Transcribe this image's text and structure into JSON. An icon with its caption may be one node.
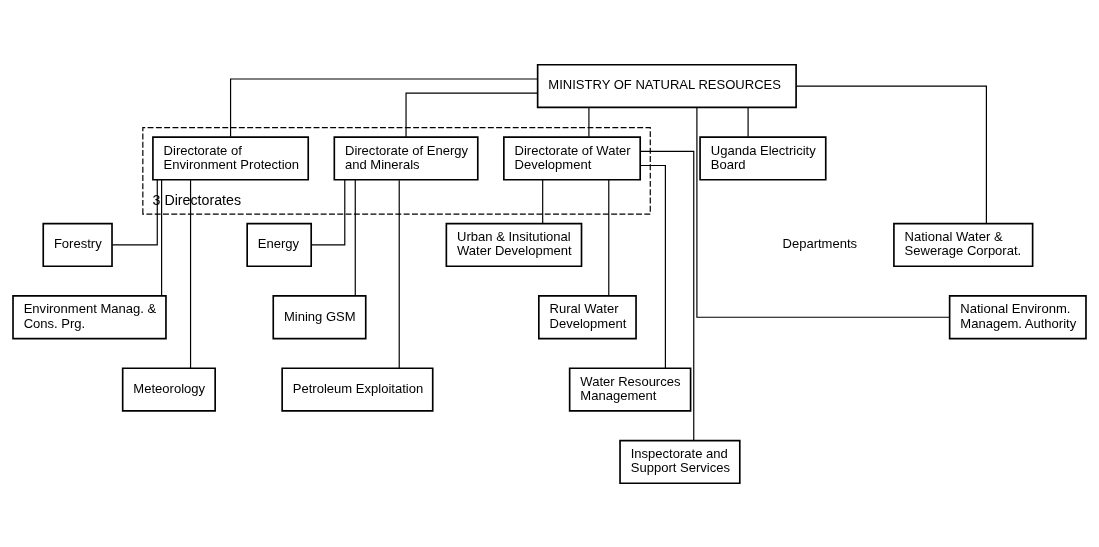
{
  "diagram": {
    "nodes": [
      {
        "text": [
          "MINISTRY OF NATURAL RESOURCES"
        ]
      },
      {
        "text": [
          "3 Directorates"
        ]
      },
      {
        "text": [
          "Directorate of Water Development"
        ],
        "in": 1
      },
      {
        "text": [
          "Directorate of Environment Protection"
        ],
        "in": 1
      },
      {
        "text": [
          "Directorate of Energy and Minerals"
        ],
        "in": 1
      },
      {
        "text": [
          "Urban & Insitutional Water Development"
        ]
      },
      {
        "text": [
          "Rural Water Development"
        ]
      },
      {
        "text": [
          "Water Resources Management"
        ]
      },
      {
        "text": [
          "Inspectorate and Support Services"
        ]
      },
      {
        "text": [
          "Forestry"
        ]
      },
      {
        "text": [
          "Environment Manag. & Cons. Prg."
        ]
      },
      {
        "text": [
          "Meteorology"
        ]
      },
      {
        "text": [
          "Energy"
        ]
      },
      {
        "text": [
          "Mining GSM"
        ]
      },
      {
        "text": [
          "Petroleum Exploitation"
        ]
      },
      {
        "text": [
          "Uganda Electricity Board"
        ]
      },
      {
        "text": [
          "National Water & Sewerage Corporat."
        ]
      },
      {
        "text": [
          "National Environm. Managem. Authority"
        ]
      }
    ],
    "edges": [
      {
        "from": 0,
        "to": 2,
        "arrow": "none"
      },
      {
        "from": 0,
        "to": 3,
        "arrow": "none"
      },
      {
        "from": 0,
        "to": 4,
        "arrow": "none"
      },
      {
        "from": 2,
        "to": 5,
        "arrow": "none"
      },
      {
        "from": 2,
        "to": 6,
        "arrow": "none"
      },
      {
        "from": 2,
        "to": 7,
        "arrow": "none"
      },
      {
        "from": 2,
        "to": 8,
        "arrow": "none"
      },
      {
        "from": 3,
        "to": 9,
        "arrow": "none"
      },
      {
        "from": 3,
        "to": 10,
        "arrow": "none"
      },
      {
        "from": 3,
        "to": 11,
        "arrow": "none"
      },
      {
        "from": 4,
        "to": 12,
        "arrow": "none"
      },
      {
        "from": 4,
        "to": 13,
        "arrow": "none"
      },
      {
        "from": 4,
        "to": 14,
        "arrow": "none"
      },
      {
        "from": 0,
        "to": 15,
        "arrow": "none"
      },
      {
        "from": 0,
        "to": 16,
        "arrow": "none"
      },
      {
        "from": 0,
        "to": 17,
        "arrow": "none"
      }
    ],
    "labels": [
      "Departments"
    ]
  }
}
